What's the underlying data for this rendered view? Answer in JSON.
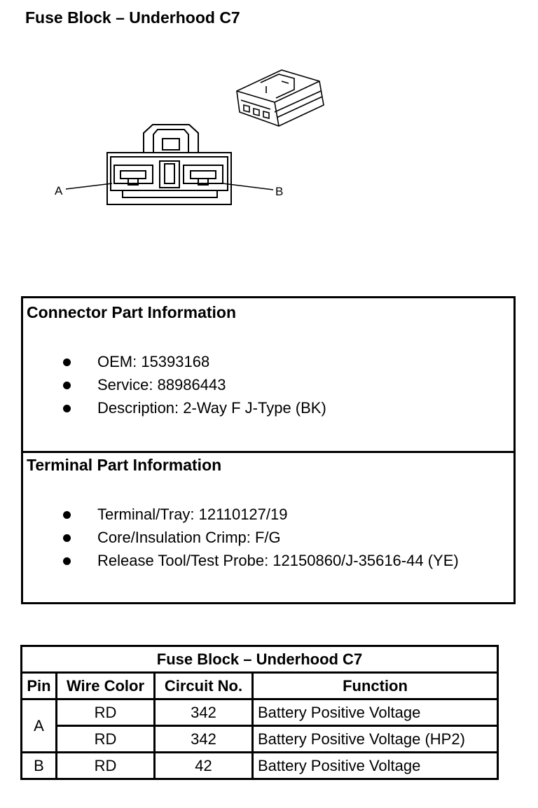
{
  "page": {
    "title": "Fuse Block – Underhood C7"
  },
  "diagram": {
    "pin_a_label": "A",
    "pin_b_label": "B"
  },
  "connector_info": {
    "heading": "Connector Part Information",
    "items": [
      "OEM: 15393168",
      "Service: 88986443",
      "Description: 2-Way F J-Type (BK)"
    ]
  },
  "terminal_info": {
    "heading": "Terminal Part Information",
    "items": [
      "Terminal/Tray: 12110127/19",
      "Core/Insulation Crimp: F/G",
      "Release Tool/Test Probe: 12150860/J-35616-44 (YE)"
    ]
  },
  "pin_table": {
    "title": "Fuse Block – Underhood C7",
    "headers": [
      "Pin",
      "Wire Color",
      "Circuit No.",
      "Function"
    ],
    "rows": [
      {
        "pin": "A",
        "wire_color": "RD",
        "circuit": "342",
        "function": "Battery Positive Voltage"
      },
      {
        "pin": "",
        "wire_color": "RD",
        "circuit": "342",
        "function": "Battery Positive Voltage (HP2)"
      },
      {
        "pin": "B",
        "wire_color": "RD",
        "circuit": "42",
        "function": "Battery Positive Voltage"
      }
    ]
  }
}
